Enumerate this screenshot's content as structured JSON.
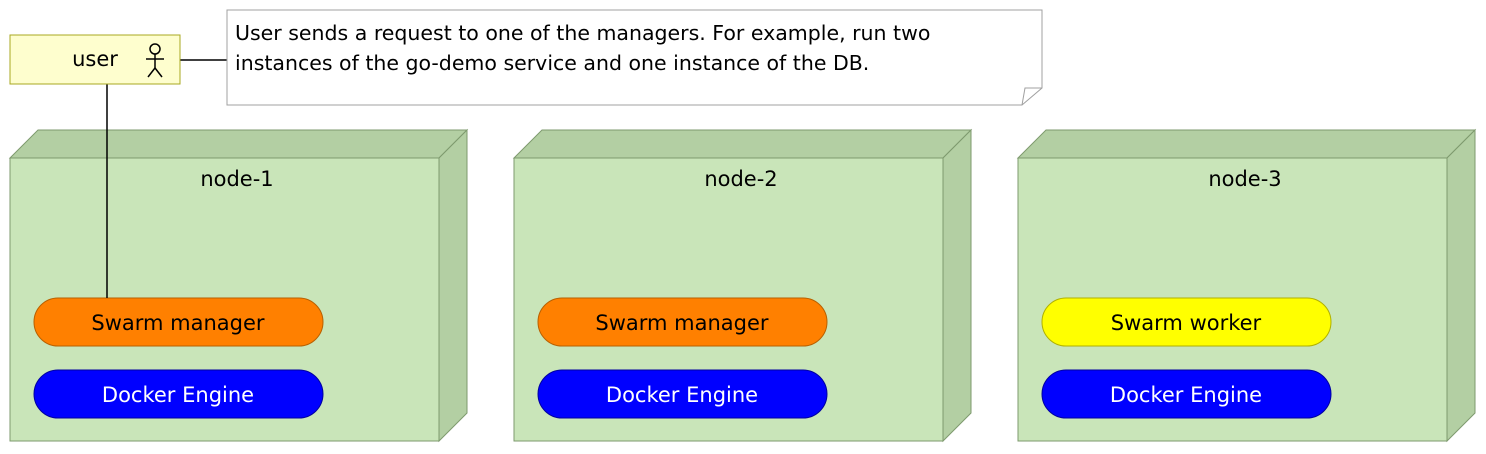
{
  "actor": {
    "label": "user",
    "icon": "stick-figure-icon",
    "fill": "#FEFECE",
    "stroke": "#A8A820"
  },
  "note": {
    "lines": [
      "User sends a request to one of the managers. For example, run two",
      "instances of the go-demo service and one instance of the DB."
    ]
  },
  "nodes": [
    {
      "label": "node-1",
      "components": [
        {
          "label": "Swarm manager",
          "kind": "manager"
        },
        {
          "label": "Docker Engine",
          "kind": "engine"
        }
      ]
    },
    {
      "label": "node-2",
      "components": [
        {
          "label": "Swarm manager",
          "kind": "manager"
        },
        {
          "label": "Docker Engine",
          "kind": "engine"
        }
      ]
    },
    {
      "label": "node-3",
      "components": [
        {
          "label": "Swarm worker",
          "kind": "worker"
        },
        {
          "label": "Docker Engine",
          "kind": "engine"
        }
      ]
    }
  ],
  "colors": {
    "node_front": "#C9E5B9",
    "node_side": "#B3CFA3",
    "node_stroke": "#7E9A6E",
    "manager": "#FF8000",
    "worker": "#FFFF00",
    "engine": "#0000FF",
    "manager_text": "#000000",
    "worker_text": "#000000",
    "engine_text": "#FFFFFF"
  }
}
